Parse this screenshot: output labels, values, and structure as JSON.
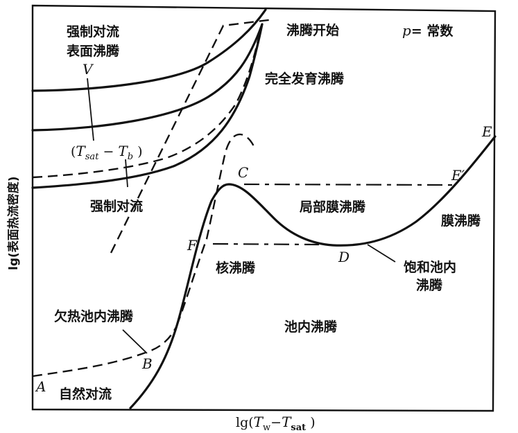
{
  "axes": {
    "xlabel_prefix": "lg(",
    "xlabel_T1": "T",
    "xlabel_sub1": "w",
    "xlabel_minus": "−",
    "xlabel_T2": "T",
    "xlabel_sub2": "sat",
    "xlabel_suffix": " )",
    "ylabel": "lg(表面热流密度)"
  },
  "condition": {
    "p": "p",
    "rest": "= 常数"
  },
  "regions": {
    "forced_conv_surface_boiling_line1": "强制对流",
    "forced_conv_surface_boiling_line2": "表面沸腾",
    "boiling_onset": "沸腾开始",
    "fully_developed_boiling": "完全发育沸腾",
    "forced_convection": "强制对流",
    "partial_film_boiling": "局部膜沸腾",
    "film_boiling": "膜沸腾",
    "nucleate_boiling": "核沸腾",
    "saturated_pool_boiling_line1": "饱和池内",
    "saturated_pool_boiling_line2": "沸腾",
    "pool_boiling": "池内沸腾",
    "subcooled_pool_boiling": "欠热池内沸腾",
    "natural_convection": "自然对流"
  },
  "parameters": {
    "V": "V",
    "subcool_open": "(",
    "subcool_T1": "T",
    "subcool_sub1": "sat",
    "subcool_minus": " − ",
    "subcool_T2": "T",
    "subcool_sub2": "b",
    "subcool_close": " )"
  },
  "points": {
    "A": "A",
    "B": "B",
    "C": "C",
    "D": "D",
    "E": "E",
    "E_prime": "E′",
    "F": "F"
  }
}
